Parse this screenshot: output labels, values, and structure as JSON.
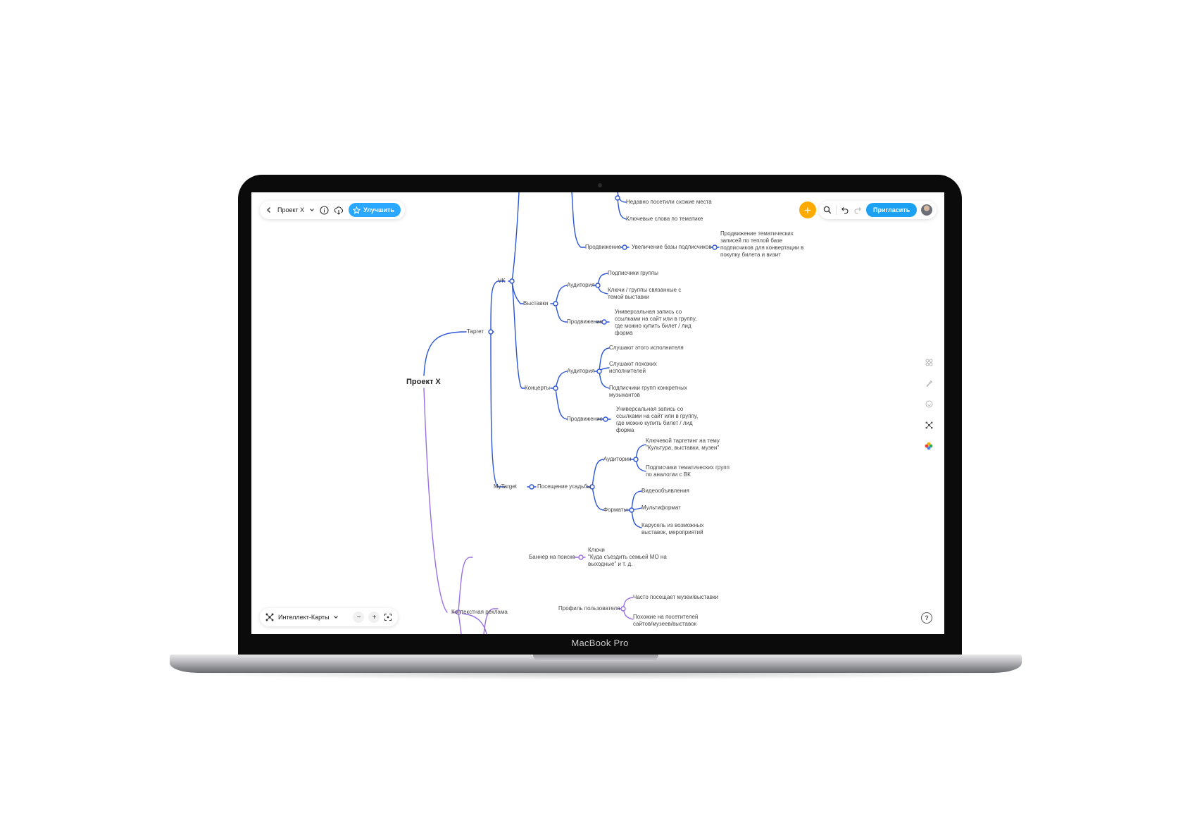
{
  "device": {
    "model_label": "MacBook Pro"
  },
  "toolbar": {
    "back_icon": "chevron-left-icon",
    "project_title": "Проект X",
    "upgrade_label": "Улучшить",
    "invite_label": "Пригласить"
  },
  "bottom_bar": {
    "view_mode_label": "Интеллект-Карты"
  },
  "colors": {
    "blue_branch": "#2b54d6",
    "purple_branch": "#9a6fe3",
    "accent_orange": "#ffaa00",
    "accent_blue": "#1da1f2"
  },
  "map": {
    "root": "Проект X",
    "target": "Таргет",
    "vk": "VK",
    "recent_places": "Недавно посетили схожие места",
    "keywords_topic": "Ключевые слова по тематике",
    "promo_top": "Продвижение",
    "grow_subs": "Увеличение базы подписчиков",
    "promo_topic_posts": "Продвижение тематических\nзаписей по теплой базе\nподписчиков для конвертации в\nпокупку билета и визит",
    "exhibitions": "Выставки",
    "ex_audience": "Аудитория",
    "ex_group_subs": "Подписчики группы",
    "ex_keys_groups": "Ключи / группы связанные с\nтемой выставки",
    "ex_promo": "Продвижение",
    "ex_universal_post": "Универсальная запись со\nссылками на сайт или в группу,\nгде можно купить билет / лид\nформа",
    "concerts": "Концерты",
    "co_audience": "Аудитория",
    "co_listen_artist": "Слушают этого исполнителя",
    "co_listen_similar": "Слушают похожих\nисполнителей",
    "co_group_subs": "Подписчики групп конкретных\nмузыкантов",
    "co_promo": "Продвижение",
    "co_universal_post": "Универсальная запись со\nссылками на сайт или в группу,\nгде можно купить билет / лид\nформа",
    "mytarget": "MyTarget",
    "estate_visit": "Посещение усадьбы",
    "audiences": "Аудитории",
    "keyword_targeting": "Ключевой таргетинг на тему\n\"Культура, выставки, музеи\"",
    "thematic_subs": "Подписчики тематических групп\nпо аналогии с ВК",
    "formats": "Форматы",
    "video_ads": "Видеообъявления",
    "multiformat": "Мультиформат",
    "carousel": "Карусель из возможных\nвыставок, мероприятий",
    "context_ads": "Контекстная реклама",
    "search_banner": "Баннер на поиске",
    "keys_where": "Ключи\n\"Куда съездить семьей МО на\nвыходные\" и т. д.",
    "user_profile": "Профиль пользователя",
    "often_visits": "Часто посещает музеи/выставки",
    "similar_visitors": "Похожие на посетителей\nсайтов/музеев/выставок"
  }
}
